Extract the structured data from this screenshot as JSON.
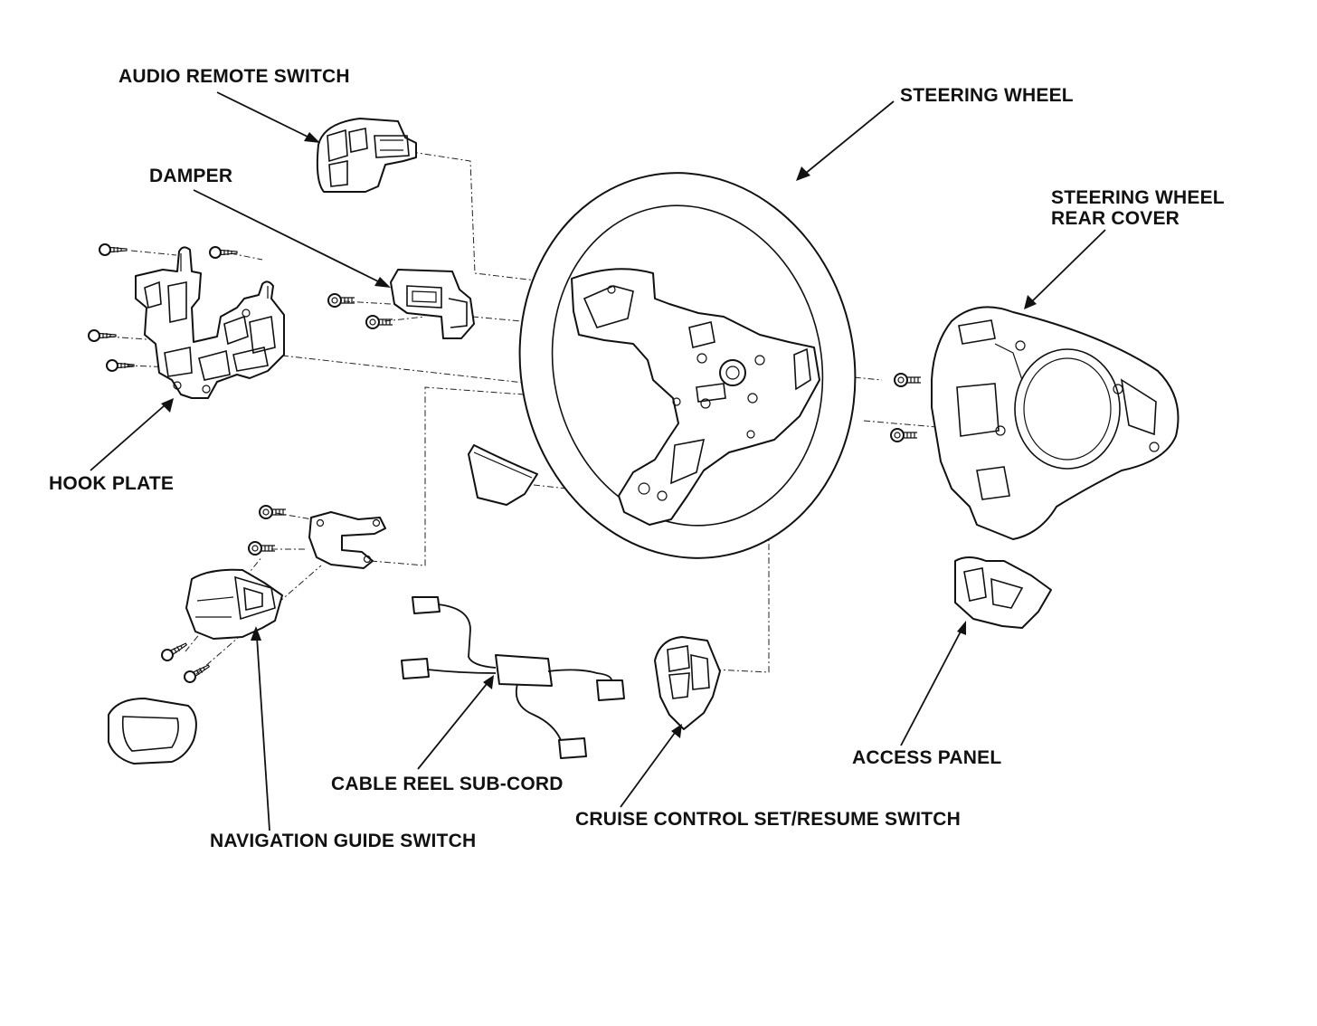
{
  "labels": {
    "audio_remote_switch": "AUDIO REMOTE SWITCH",
    "damper": "DAMPER",
    "steering_wheel": "STEERING WHEEL",
    "steering_wheel_rear_cover_line1": "STEERING WHEEL",
    "steering_wheel_rear_cover_line2": "REAR COVER",
    "hook_plate": "HOOK PLATE",
    "cable_reel_sub_cord": "CABLE REEL SUB-CORD",
    "navigation_guide_switch": "NAVIGATION GUIDE SWITCH",
    "cruise_control_switch": "CRUISE CONTROL SET/RESUME SWITCH",
    "access_panel": "ACCESS PANEL"
  },
  "colors": {
    "line": "#111111",
    "background": "#ffffff"
  }
}
